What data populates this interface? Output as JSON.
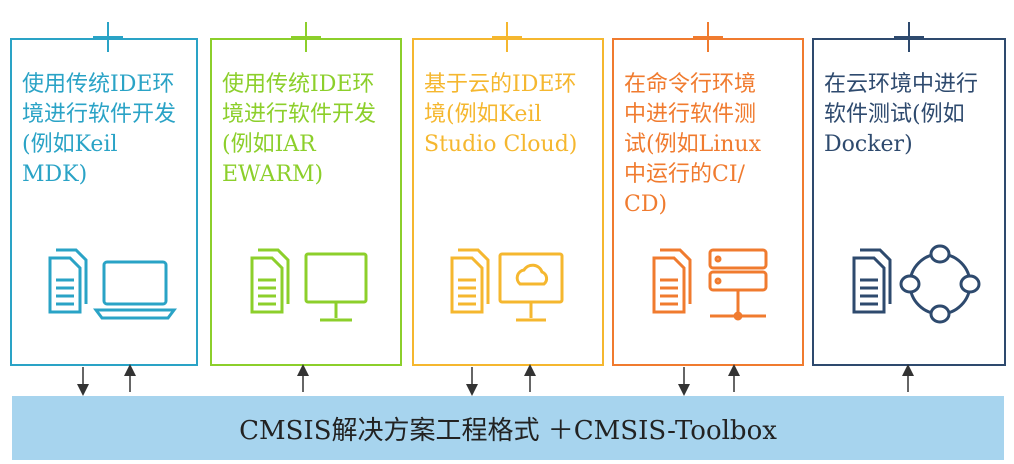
{
  "panels": [
    {
      "text": "使用传统IDE环\n境进行软件开发\n(例如Keil MDK)",
      "color": "#2aa3c6",
      "icon_left": "document-icon",
      "icon_right": "laptop-icon"
    },
    {
      "text": "使用传统IDE环\n境进行软件开发\n(例如IAR\nEWARM)",
      "color": "#8ccf2b",
      "icon_left": "document-icon",
      "icon_right": "monitor-icon"
    },
    {
      "text": "基于云的IDE环\n境(例如Keil\nStudio Cloud)",
      "color": "#f5b72f",
      "icon_left": "document-icon",
      "icon_right": "cloud-monitor-icon"
    },
    {
      "text": "在命令行环境\n中进行软件测\n试(例如Linux\n中运行的CI/\nCD)",
      "color": "#f07b2f",
      "icon_left": "document-icon",
      "icon_right": "server-icon"
    },
    {
      "text": "在云环境中进行\n软件测试(例如\nDocker)",
      "color": "#2e4a6e",
      "icon_left": "document-icon",
      "icon_right": "network-icon"
    }
  ],
  "bottom_bar": {
    "label": "CMSIS解决方案工程格式 ＋CMSIS-Toolbox",
    "color": "#a7d4ee"
  }
}
